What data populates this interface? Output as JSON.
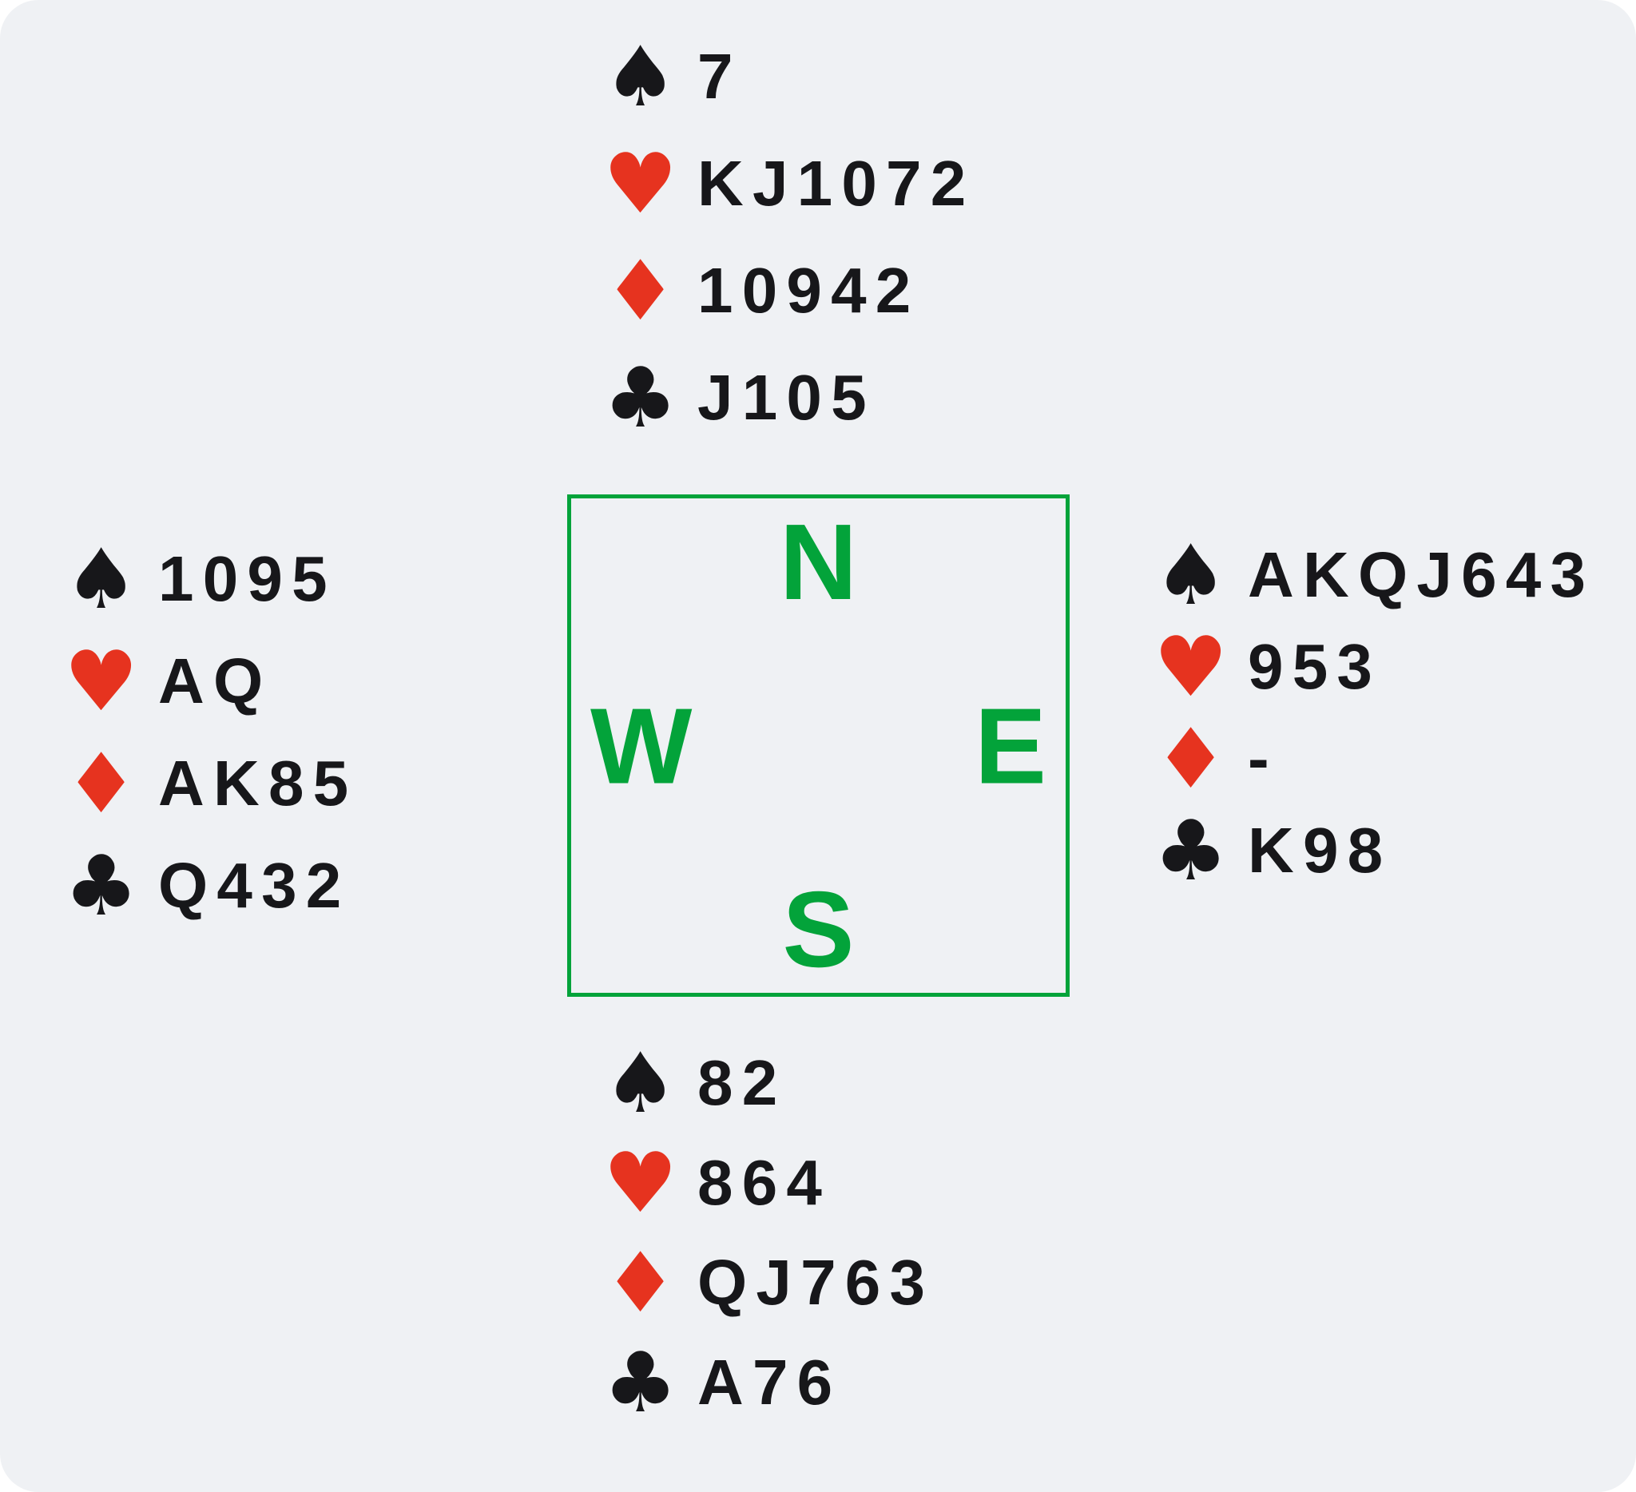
{
  "colors": {
    "card_background": "#eff1f4",
    "accent_green": "#03a33a",
    "suit_red": "#e6331f",
    "text_black": "#17171a"
  },
  "suit_symbols": {
    "spade": "♠",
    "heart": "♥",
    "diamond": "♦",
    "club": "♣"
  },
  "compass": {
    "north": "N",
    "west": "W",
    "east": "E",
    "south": "S"
  },
  "hands": {
    "north": {
      "spades": "7",
      "hearts": "KJ1072",
      "diamonds": "10942",
      "clubs": "J105"
    },
    "west": {
      "spades": "1095",
      "hearts": "AQ",
      "diamonds": "AK85",
      "clubs": "Q432"
    },
    "east": {
      "spades": "AKQJ643",
      "hearts": "953",
      "diamonds": "-",
      "clubs": "K98"
    },
    "south": {
      "spades": "82",
      "hearts": "864",
      "diamonds": "QJ763",
      "clubs": "A76"
    }
  }
}
